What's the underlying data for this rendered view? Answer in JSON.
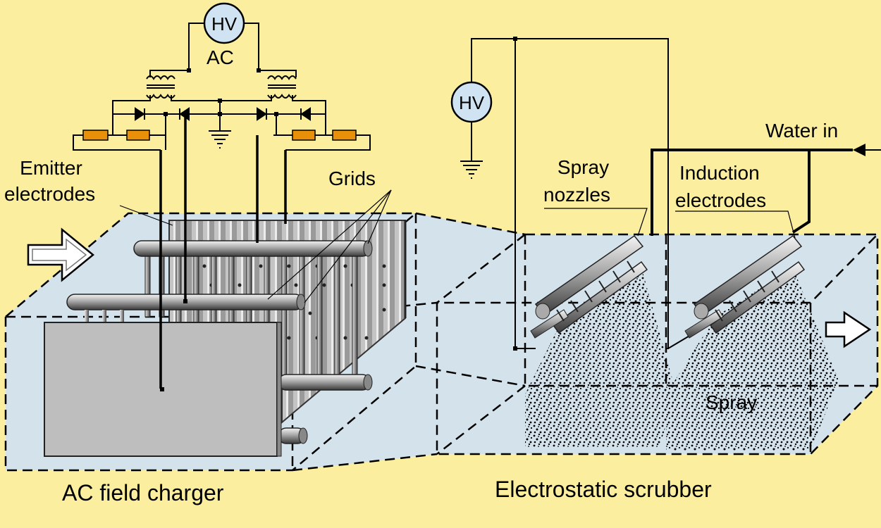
{
  "labels": {
    "hv_top": "HV",
    "ac": "AC",
    "hv_right": "HV",
    "emitter_1": "Emitter",
    "emitter_2": "electrodes",
    "grids": "Grids",
    "spray_nozzles_1": "Spray",
    "spray_nozzles_2": "nozzles",
    "induction_1": "Induction",
    "induction_2": "electrodes",
    "water_in": "Water in",
    "spray": "Spray",
    "ac_field_charger": "AC field charger",
    "electrostatic_scrubber": "Electrostatic scrubber"
  },
  "colors": {
    "background": "#FBEE9E",
    "duct": "#D4E2EC",
    "resistor": "#E8900A",
    "hv_circle": "#CFE3F2",
    "plate": "#BEBEBE",
    "grid_plate": "#8E8E8E"
  }
}
